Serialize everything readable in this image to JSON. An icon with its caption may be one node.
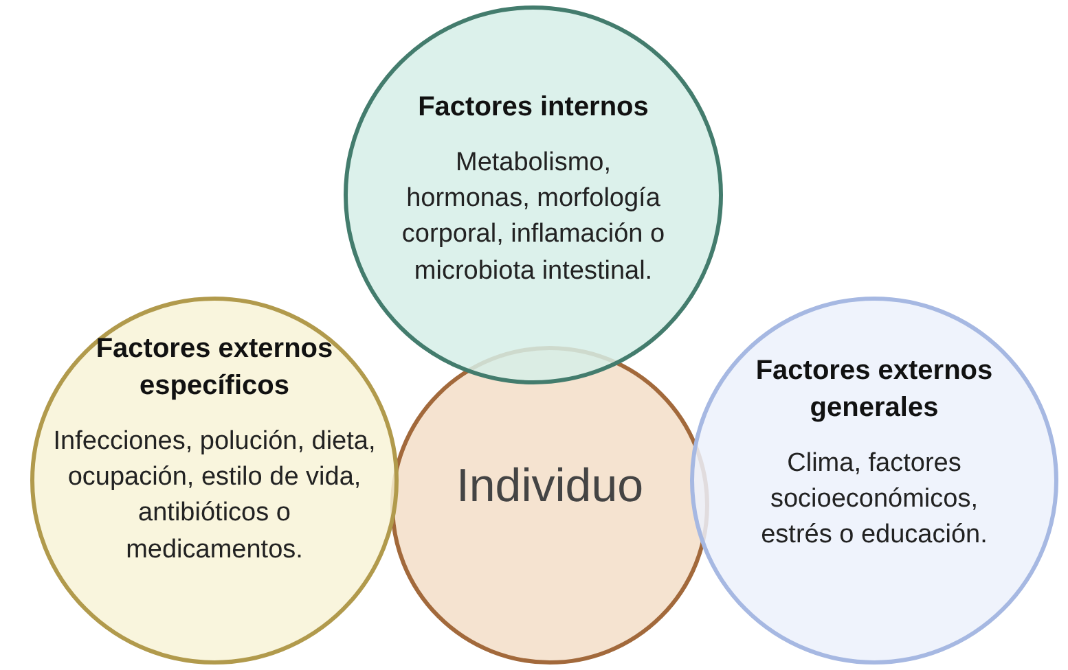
{
  "diagram": {
    "nodes": [
      {
        "text": [
          "Factores internos",
          "Metabolismo, hormonas, morfología corporal, inflamación o microbiota intestinal."
        ]
      },
      {
        "text": [
          "Factores externos específicos",
          "Infecciones, polución, dieta, ocupación, estilo de vida, antibióticos o medicamentos."
        ]
      },
      {
        "text": [
          "Individuo"
        ]
      },
      {
        "text": [
          "Factores externos generales",
          "Clima, factores socioeconómicos, estrés o educación."
        ]
      }
    ]
  }
}
